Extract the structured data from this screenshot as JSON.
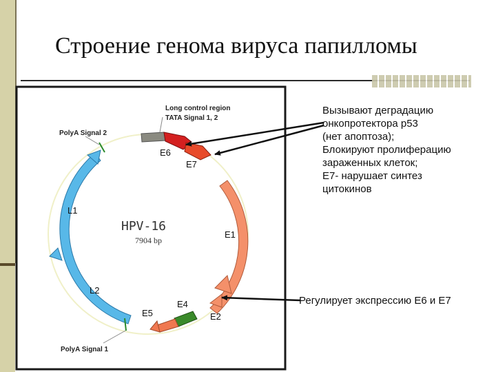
{
  "slide": {
    "title": "Строение генома вируса папилломы"
  },
  "diagram": {
    "center_title": "HPV-16",
    "center_subtitle": "7904 bp",
    "labels": {
      "lcr": "Long control region",
      "tata": "TATA Signal 1, 2",
      "polya2": "PolyA Signal 2",
      "polya1": "PolyA Signal 1",
      "e6": "E6",
      "e7": "E7",
      "e1": "E1",
      "e2": "E2",
      "e4": "E4",
      "e5": "E5",
      "l1": "L1",
      "l2": "L2"
    },
    "colors": {
      "e6": "#d42020",
      "e7": "#e84a2a",
      "e1_e2": "#f4906a",
      "e4": "#3a8a2a",
      "e5": "#f07850",
      "late": "#58b8e8",
      "lcr": "#8a8a80",
      "backbone": "#f0f0c8"
    }
  },
  "annotations": {
    "e6_e7_lines": [
      "Вызывают деградацию",
      "онкопротектора p53",
      "(нет апоптоза);",
      "Блокируют пролиферацию",
      "зараженных клеток;",
      "E7- нарушает синтез",
      "цитокинов"
    ],
    "e2_text": "Регулирует экспрессию E6 и E7"
  }
}
